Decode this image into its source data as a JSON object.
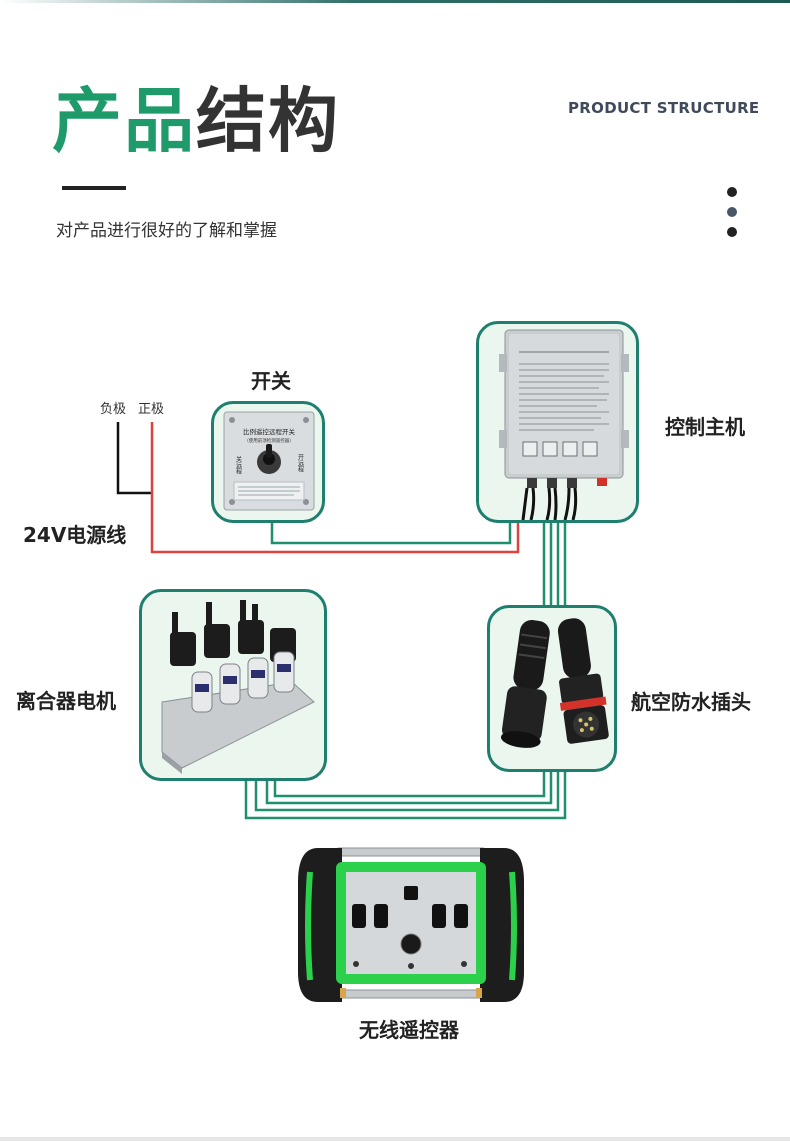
{
  "header": {
    "title_part1": "产品",
    "title_part2": "结构",
    "title_en": "PRODUCT STRUCTURE",
    "subtitle": "对产品进行很好的了解和掌握"
  },
  "components": {
    "switch": {
      "label": "开关",
      "panel_title": "比例遥控远程开关",
      "panel_sub": "（使用前须检测遥控器）",
      "left_text": "关远程",
      "right_text": "开远程"
    },
    "controller": {
      "label": "控制主机"
    },
    "power": {
      "label": "24V电源线",
      "negative": "负极",
      "positive": "正极"
    },
    "clutch_motor": {
      "label": "离合器电机"
    },
    "plug": {
      "label": "航空防水插头"
    },
    "remote": {
      "label": "无线遥控器"
    }
  },
  "colors": {
    "accent_green": "#1f9a6b",
    "card_border": "#1f7f6e",
    "card_fill": "#eaf6ee",
    "wire_green": "#1f8f6f",
    "wire_red": "#e0413b",
    "wire_black": "#111111"
  }
}
